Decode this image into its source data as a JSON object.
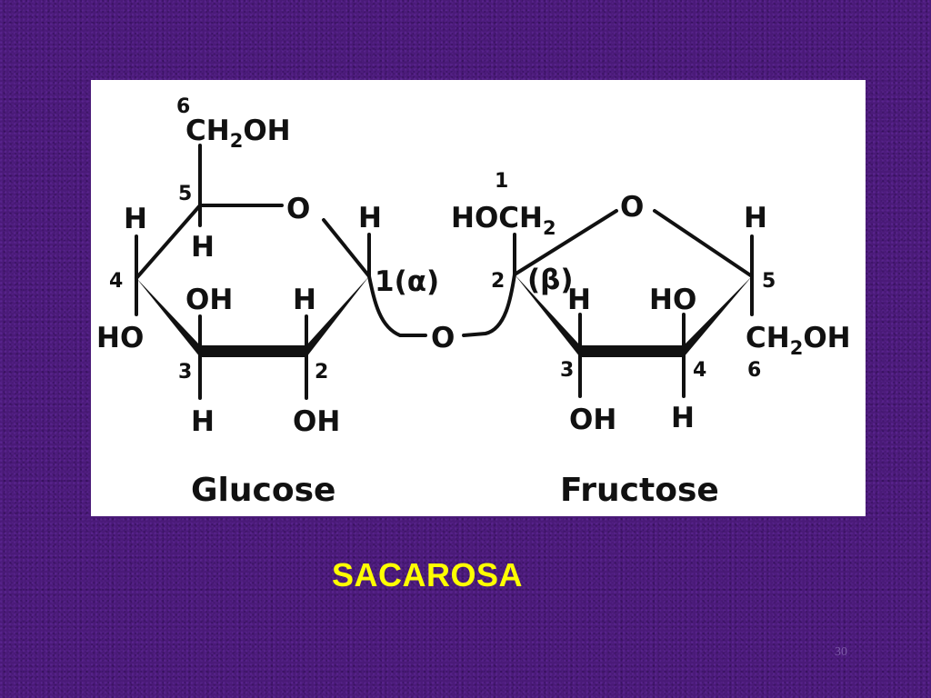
{
  "slide": {
    "title": "SACAROSA",
    "slide_number": "30"
  },
  "diagram": {
    "glucose": {
      "name": "Glucose",
      "ring_oxygen": "O",
      "atoms": {
        "c6_group": "CH",
        "c6_group_sub": "2",
        "c6_group_tail": "OH",
        "c5_h": "H",
        "c4_h_top": "H",
        "c4_ho": "HO",
        "c3_oh": "OH",
        "c3_h": "H",
        "c2_h": "H",
        "c2_oh": "OH",
        "c1_h": "H"
      },
      "carbons": {
        "c1": "1(α)",
        "c2": "2",
        "c3": "3",
        "c4": "4",
        "c5": "5",
        "c6": "6"
      }
    },
    "glycosidic_oxygen": "O",
    "fructose": {
      "name": "Fructose",
      "ring_oxygen": "O",
      "atoms": {
        "c1_group": "HOCH",
        "c1_group_sub": "2",
        "c3_h": "H",
        "c3_oh": "OH",
        "c4_ho": "HO",
        "c4_h": "H",
        "c5_h": "H",
        "c6_group": "CH",
        "c6_group_sub": "2",
        "c6_group_tail": "OH"
      },
      "carbons": {
        "c1": "1",
        "c2": "2",
        "c2_config": "(β)",
        "c3": "3",
        "c4": "4",
        "c5": "5",
        "c6": "6"
      }
    }
  }
}
